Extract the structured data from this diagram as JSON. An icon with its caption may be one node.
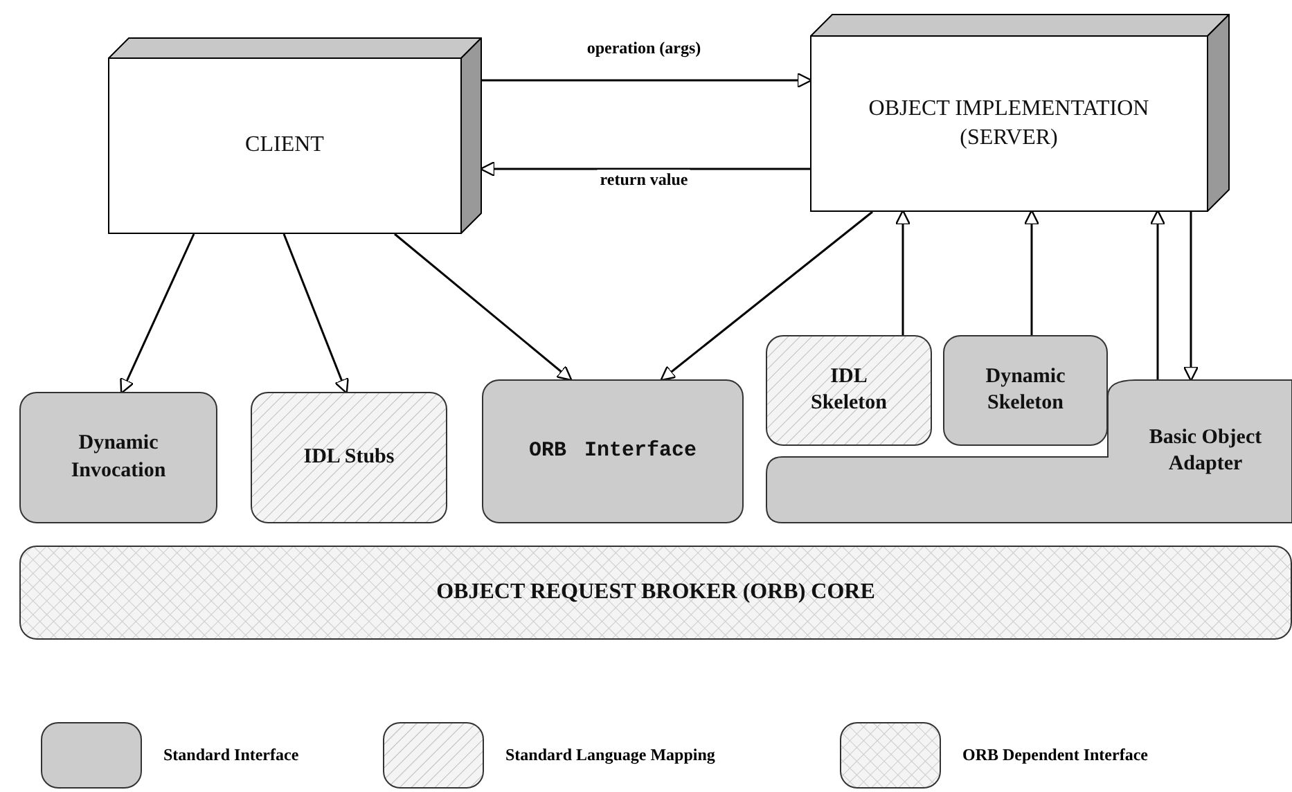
{
  "diagram": {
    "nodes": [
      {
        "text": [
          "CLIENT"
        ]
      },
      {
        "text": [
          "OBJECT IMPLEMENTATION (SERVER)"
        ]
      },
      {
        "text": [
          "Dynamic Invocation"
        ]
      },
      {
        "text": [
          "IDL Stubs"
        ]
      },
      {
        "text": [
          "ORB Interface"
        ]
      },
      {
        "text": [
          "IDL Skeleton"
        ]
      },
      {
        "text": [
          "Dynamic Skeleton"
        ]
      },
      {
        "text": [
          "Basic Object Adapter"
        ]
      },
      {
        "text": [
          "OBJECT REQUEST BROKER (ORB) CORE"
        ]
      }
    ],
    "edges": [
      {
        "from": 0,
        "to": 1,
        "arrow": "to",
        "label": "operation (args)"
      },
      {
        "from": 1,
        "to": 0,
        "arrow": "to",
        "label": "return value"
      },
      {
        "from": 0,
        "to": 2,
        "arrow": "to"
      },
      {
        "from": 0,
        "to": 3,
        "arrow": "to"
      },
      {
        "from": 0,
        "to": 4,
        "arrow": "to"
      },
      {
        "from": 1,
        "to": 4,
        "arrow": "to"
      },
      {
        "from": 5,
        "to": 1,
        "arrow": "to"
      },
      {
        "from": 6,
        "to": 1,
        "arrow": "to"
      },
      {
        "from": 7,
        "to": 1,
        "arrow": "to"
      },
      {
        "from": 1,
        "to": 7,
        "arrow": "to"
      }
    ],
    "legend": [
      {
        "text": "Standard Interface",
        "color": "#cccccc"
      },
      {
        "text": "Standard Language Mapping"
      },
      {
        "text": "ORB Dependent Interface"
      }
    ]
  }
}
